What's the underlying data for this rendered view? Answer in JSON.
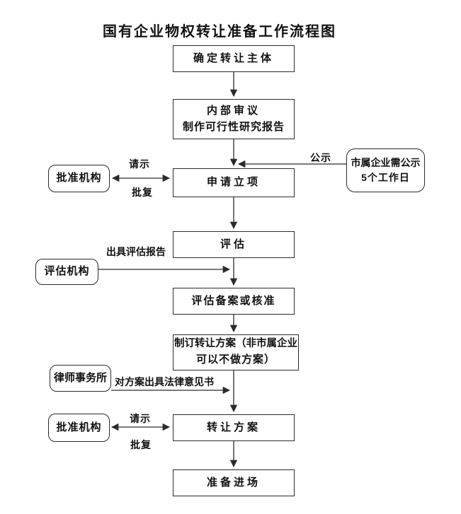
{
  "title": "国有企业物权转让准备工作流程图",
  "nodes": {
    "step1": "确定转让主体",
    "step2a": "内部审议",
    "step2b": "制作可行性研究报告",
    "step3": "申请立项",
    "step4": "评估",
    "step5": "评估备案或核准",
    "step6a": "制订转让方案（非市属企业",
    "step6b": "可以不做方案）",
    "step7": "转让方案",
    "step8": "准备进场",
    "approval_top": "批准机构",
    "notice_a": "市属企业需公示",
    "notice_b": "5个工作日",
    "assessor": "评估机构",
    "lawfirm": "律师事务所",
    "approval_bottom": "批准机构"
  },
  "edge_labels": {
    "request_top": "请示",
    "reply_top": "批复",
    "notice": "公示",
    "eval_report": "出具评估报告",
    "legal_opinion": "对方案出具法律意见书",
    "request_bottom": "请示",
    "reply_bottom": "批复"
  },
  "colors": {
    "line": "#2b2b2b",
    "text": "#111111",
    "background": "#ffffff"
  }
}
